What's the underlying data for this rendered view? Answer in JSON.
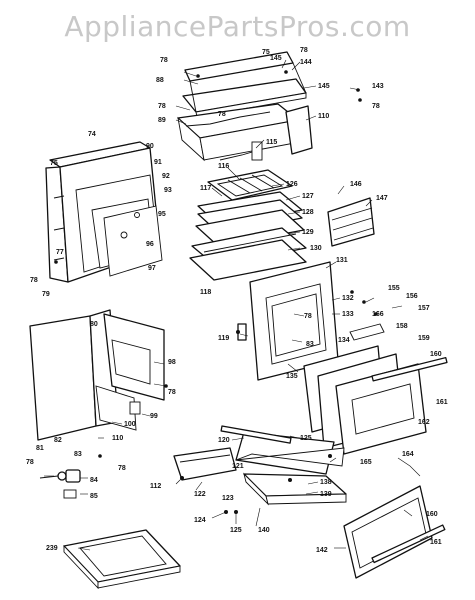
{
  "watermark": "AppliancePartsPros.com",
  "callouts": [
    {
      "id": "c-75-top",
      "text": "75"
    },
    {
      "id": "c-78-a",
      "text": "78"
    },
    {
      "id": "c-88",
      "text": "88"
    },
    {
      "id": "c-78-b",
      "text": "78"
    },
    {
      "id": "c-89",
      "text": "89"
    },
    {
      "id": "c-78-c",
      "text": "78"
    },
    {
      "id": "c-145-a",
      "text": "145"
    },
    {
      "id": "c-78-d",
      "text": "78"
    },
    {
      "id": "c-144",
      "text": "144"
    },
    {
      "id": "c-145-b",
      "text": "145"
    },
    {
      "id": "c-143",
      "text": "143"
    },
    {
      "id": "c-78-e",
      "text": "78"
    },
    {
      "id": "c-110-top",
      "text": "110"
    },
    {
      "id": "c-115",
      "text": "115"
    },
    {
      "id": "c-74",
      "text": "74"
    },
    {
      "id": "c-75",
      "text": "75"
    },
    {
      "id": "c-90",
      "text": "90"
    },
    {
      "id": "c-91",
      "text": "91"
    },
    {
      "id": "c-92",
      "text": "92"
    },
    {
      "id": "c-93",
      "text": "93"
    },
    {
      "id": "c-95",
      "text": "95"
    },
    {
      "id": "c-96",
      "text": "96"
    },
    {
      "id": "c-97",
      "text": "97"
    },
    {
      "id": "c-77",
      "text": "77"
    },
    {
      "id": "c-78-f",
      "text": "78"
    },
    {
      "id": "c-79",
      "text": "79"
    },
    {
      "id": "c-116",
      "text": "116"
    },
    {
      "id": "c-117",
      "text": "117"
    },
    {
      "id": "c-126",
      "text": "126"
    },
    {
      "id": "c-127",
      "text": "127"
    },
    {
      "id": "c-128",
      "text": "128"
    },
    {
      "id": "c-129",
      "text": "129"
    },
    {
      "id": "c-130",
      "text": "130"
    },
    {
      "id": "c-118",
      "text": "118"
    },
    {
      "id": "c-146",
      "text": "146"
    },
    {
      "id": "c-147",
      "text": "147"
    },
    {
      "id": "c-131",
      "text": "131"
    },
    {
      "id": "c-132",
      "text": "132"
    },
    {
      "id": "c-133",
      "text": "133"
    },
    {
      "id": "c-155",
      "text": "155"
    },
    {
      "id": "c-156",
      "text": "156"
    },
    {
      "id": "c-157",
      "text": "157"
    },
    {
      "id": "c-166",
      "text": "166"
    },
    {
      "id": "c-158",
      "text": "158"
    },
    {
      "id": "c-134",
      "text": "134"
    },
    {
      "id": "c-159",
      "text": "159"
    },
    {
      "id": "c-160-a",
      "text": "160"
    },
    {
      "id": "c-161-a",
      "text": "161"
    },
    {
      "id": "c-162",
      "text": "162"
    },
    {
      "id": "c-119",
      "text": "119"
    },
    {
      "id": "c-78-g",
      "text": "78"
    },
    {
      "id": "c-83-a",
      "text": "83"
    },
    {
      "id": "c-135",
      "text": "135"
    },
    {
      "id": "c-80",
      "text": "80"
    },
    {
      "id": "c-98",
      "text": "98"
    },
    {
      "id": "c-78-h",
      "text": "78"
    },
    {
      "id": "c-99",
      "text": "99"
    },
    {
      "id": "c-100",
      "text": "100"
    },
    {
      "id": "c-110",
      "text": "110"
    },
    {
      "id": "c-82",
      "text": "82"
    },
    {
      "id": "c-83-b",
      "text": "83"
    },
    {
      "id": "c-81",
      "text": "81"
    },
    {
      "id": "c-78-i",
      "text": "78"
    },
    {
      "id": "c-78-j",
      "text": "78"
    },
    {
      "id": "c-84",
      "text": "84"
    },
    {
      "id": "c-85",
      "text": "85"
    },
    {
      "id": "c-120",
      "text": "120"
    },
    {
      "id": "c-125-a",
      "text": "125"
    },
    {
      "id": "c-121",
      "text": "121"
    },
    {
      "id": "c-165",
      "text": "165"
    },
    {
      "id": "c-164",
      "text": "164"
    },
    {
      "id": "c-112",
      "text": "112"
    },
    {
      "id": "c-122",
      "text": "122"
    },
    {
      "id": "c-123",
      "text": "123"
    },
    {
      "id": "c-138",
      "text": "138"
    },
    {
      "id": "c-139",
      "text": "139"
    },
    {
      "id": "c-124",
      "text": "124"
    },
    {
      "id": "c-125-b",
      "text": "125"
    },
    {
      "id": "c-140",
      "text": "140"
    },
    {
      "id": "c-160-b",
      "text": "160"
    },
    {
      "id": "c-161-b",
      "text": "161"
    },
    {
      "id": "c-142",
      "text": "142"
    },
    {
      "id": "c-239",
      "text": "239"
    }
  ]
}
